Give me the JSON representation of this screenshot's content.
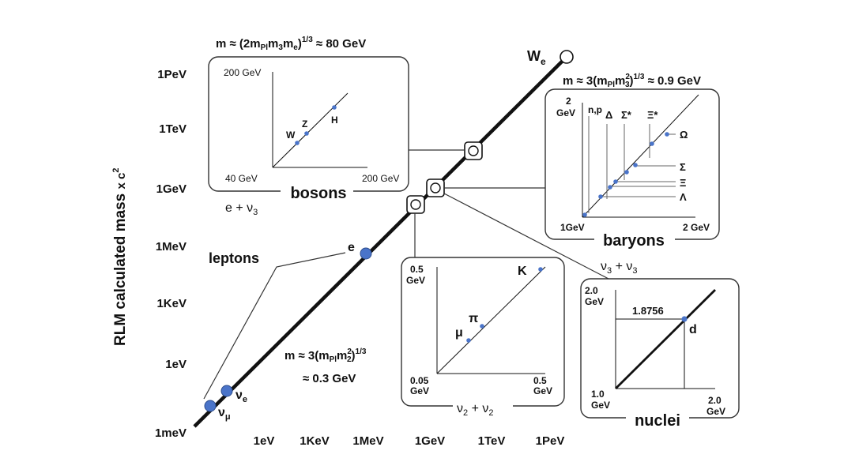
{
  "main": {
    "ylabel": "RLM calculated mass",
    "ylabel_unit": "x c",
    "ylabel_sup": "2",
    "y_ticks": [
      "1PeV",
      "1TeV",
      "1GeV",
      "1MeV",
      "1KeV",
      "1eV",
      "1meV"
    ],
    "x_ticks": [
      "1eV",
      "1KeV",
      "1MeV",
      "1GeV",
      "1TeV",
      "1PeV"
    ],
    "point_labels": {
      "We_base": "W",
      "We_sub": "e",
      "e": "e",
      "nue_base": "ν",
      "nue_sub": "e",
      "numu_base": "ν",
      "numu_sub": "μ"
    },
    "leptons_label": "leptons",
    "formula_03": {
      "line1_base": "m ≈ 3(m",
      "line1_sub1": "Pl",
      "line1_mid": "m",
      "line1_sup2": "2",
      "line1_sub2": "2",
      "line1_close": ")",
      "line1_sup": "1/3",
      "line2": "≈ 0.3 GeV"
    }
  },
  "bosons": {
    "formula_base": "m ≈ (2m",
    "formula_sub1": "Pl",
    "formula_m3": "m",
    "formula_sub3": "3",
    "formula_me": "m",
    "formula_sube": "e",
    "formula_close": ")",
    "formula_sup": "1/3",
    "formula_tail": " ≈ 80 GeV",
    "y_top": "200 GeV",
    "x_min": "40 GeV",
    "x_max": "200 GeV",
    "points": [
      "W",
      "Z",
      "H"
    ],
    "title": "bosons",
    "combo_base": "e + ν",
    "combo_sub": "3"
  },
  "baryons": {
    "formula_base": "m ≈ 3(m",
    "formula_sub1": "Pl",
    "formula_m": "m",
    "formula_sup2": "2",
    "formula_sub2": "3",
    "formula_close": ")",
    "formula_sup": "1/3",
    "formula_tail": " ≈ 0.9 GeV",
    "y_top_1": "2",
    "y_top_2": "GeV",
    "x_min": "1GeV",
    "x_max": "2 GeV",
    "top_labels": [
      "n,p",
      "Δ",
      "Σ*",
      "Ξ*"
    ],
    "right_labels": [
      "Ω",
      "Σ",
      "Ξ",
      "Λ"
    ],
    "title": "baryons",
    "combo_base1": "ν",
    "combo_sub1": "3",
    "combo_plus": " + ν",
    "combo_sub2": "3"
  },
  "mesons": {
    "y_top_1": "0.5",
    "y_top_2": "GeV",
    "x_min_1": "0.05",
    "x_min_2": "GeV",
    "x_max_1": "0.5",
    "x_max_2": "GeV",
    "points": [
      "K",
      "π",
      "μ"
    ],
    "combo_base1": "ν",
    "combo_sub1": "2",
    "combo_plus": " + ν",
    "combo_sub2": "2"
  },
  "nuclei": {
    "y_top_1": "2.0",
    "y_top_2": "GeV",
    "x_min_1": "1.0",
    "x_min_2": "GeV",
    "x_max_1": "2.0",
    "x_max_2": "GeV",
    "value": "1.8756",
    "point": "d",
    "title": "nuclei"
  },
  "colors": {
    "point": "#4a74c9",
    "line": "#111111",
    "box": "#333333"
  }
}
